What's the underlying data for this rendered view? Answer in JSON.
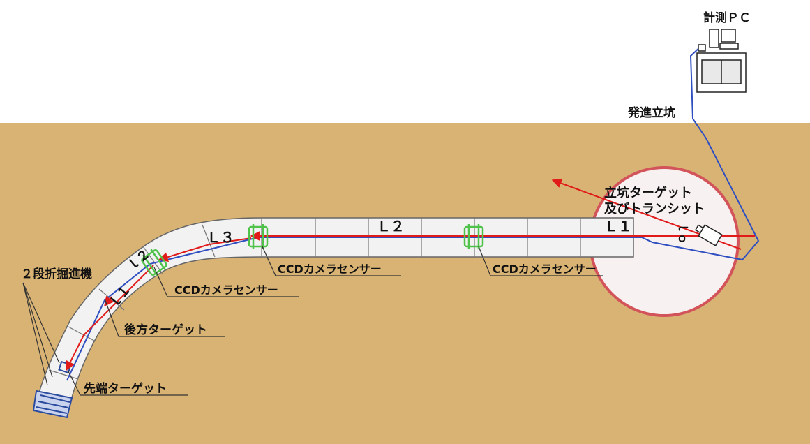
{
  "title": "",
  "labels": {
    "pc": "計測ＰＣ",
    "shaft": "発進立坑",
    "target_transit_line1": "立坑ターゲット",
    "target_transit_line2": "及びトランシット",
    "machine": "２段折掘進機",
    "ccd_sensor_1": "CCDカメラセンサー",
    "ccd_sensor_2": "CCDカメラセンサー",
    "ccd_sensor_3": "CCDカメラセンサー",
    "rear_target": "後方ターゲット",
    "front_target": "先端ターゲット"
  },
  "segments": {
    "L1": "Ｌ１",
    "L2": "Ｌ２",
    "L3": "Ｌ３",
    "l1": "ｌ１",
    "l2": "ｌ２",
    "lo": "ｌｏ"
  },
  "colors": {
    "ground": "#d9b374",
    "sky": "#ffffff",
    "tunnel_fill": "#f2f2f2",
    "tunnel_line": "#777777",
    "shaft_ring": "#d2545a",
    "shaft_fill": "#f8f1f1",
    "laser": "#e11a1a",
    "cable": "#2f4fc0",
    "sensor": "#4fc24a",
    "machine": "#2a4a9e"
  }
}
